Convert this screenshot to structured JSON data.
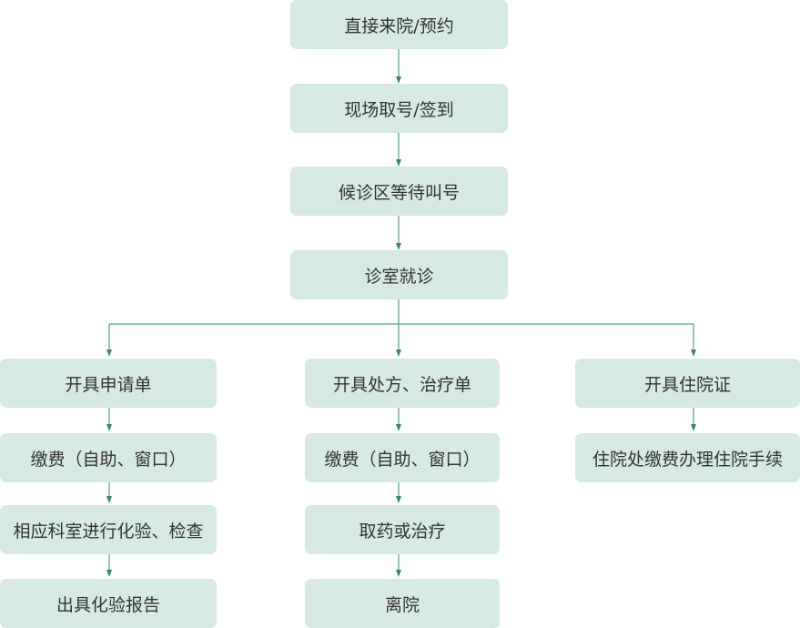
{
  "colors": {
    "box_fill": "#d6e9e2",
    "connector": "#2e8b6f",
    "text": "#333333"
  },
  "flowchart": {
    "main_steps": [
      "直接来院/预约",
      "现场取号/签到",
      "候诊区等待叫号",
      "诊室就诊"
    ],
    "branch_left": [
      "开具申请单",
      "缴费（自助、窗口）",
      "相应科室进行化验、检查",
      "出具化验报告"
    ],
    "branch_middle": [
      "开具处方、治疗单",
      "缴费（自助、窗口）",
      "取药或治疗",
      "离院"
    ],
    "branch_right": [
      "开具住院证",
      "住院处缴费办理住院手续"
    ]
  }
}
